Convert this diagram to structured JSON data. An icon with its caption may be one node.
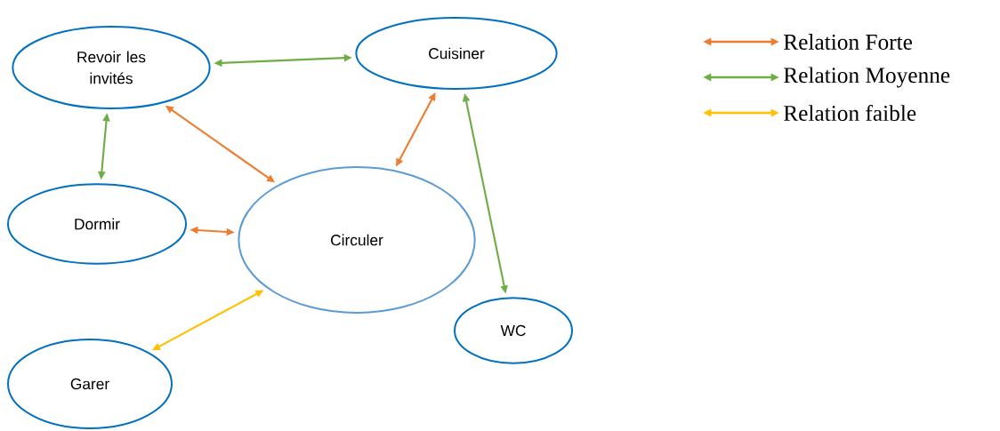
{
  "diagram": {
    "nodes": [
      {
        "text": [
          "Revoir les invités"
        ]
      },
      {
        "text": [
          "Cuisiner"
        ]
      },
      {
        "text": [
          "Dormir"
        ]
      },
      {
        "text": [
          "Circuler"
        ]
      },
      {
        "text": [
          "WC"
        ]
      },
      {
        "text": [
          "Garer"
        ]
      }
    ],
    "edges": [
      {
        "from": 0,
        "to": 1,
        "arrow": "both",
        "color": "#70ad47"
      },
      {
        "from": 0,
        "to": 3,
        "arrow": "both",
        "color": "#ed7d31"
      },
      {
        "from": 0,
        "to": 2,
        "arrow": "both",
        "color": "#70ad47"
      },
      {
        "from": 1,
        "to": 3,
        "arrow": "both",
        "color": "#ed7d31"
      },
      {
        "from": 1,
        "to": 4,
        "arrow": "both",
        "color": "#70ad47"
      },
      {
        "from": 2,
        "to": 3,
        "arrow": "both",
        "color": "#ed7d31"
      },
      {
        "from": 5,
        "to": 3,
        "arrow": "both",
        "color": "#ffc000"
      }
    ],
    "legend": [
      {
        "text": "Relation Forte",
        "color": "#ed7d31"
      },
      {
        "text": "Relation Moyenne",
        "color": "#70ad47"
      },
      {
        "text": "Relation faible",
        "color": "#ffc000"
      }
    ]
  }
}
